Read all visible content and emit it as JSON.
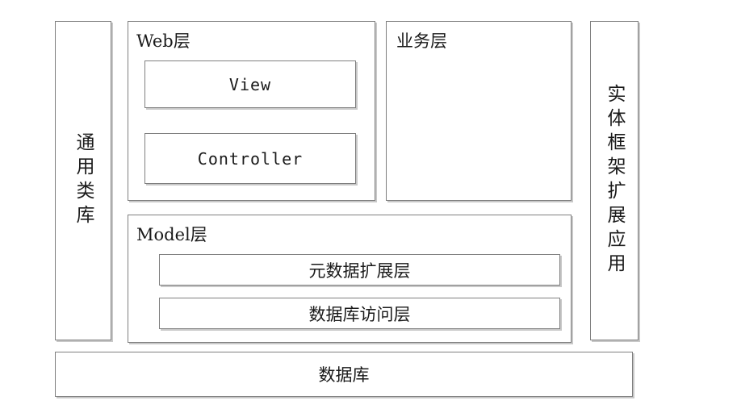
{
  "left_column": {
    "label": "通用类库"
  },
  "right_column": {
    "label": "实体框架扩展应用"
  },
  "web_layer": {
    "title": "Web层",
    "view": "View",
    "controller": "Controller"
  },
  "business_layer": {
    "title": "业务层"
  },
  "model_layer": {
    "title": "Model层",
    "metadata_ext": "元数据扩展层",
    "db_access": "数据库访问层"
  },
  "database": {
    "label": "数据库"
  }
}
